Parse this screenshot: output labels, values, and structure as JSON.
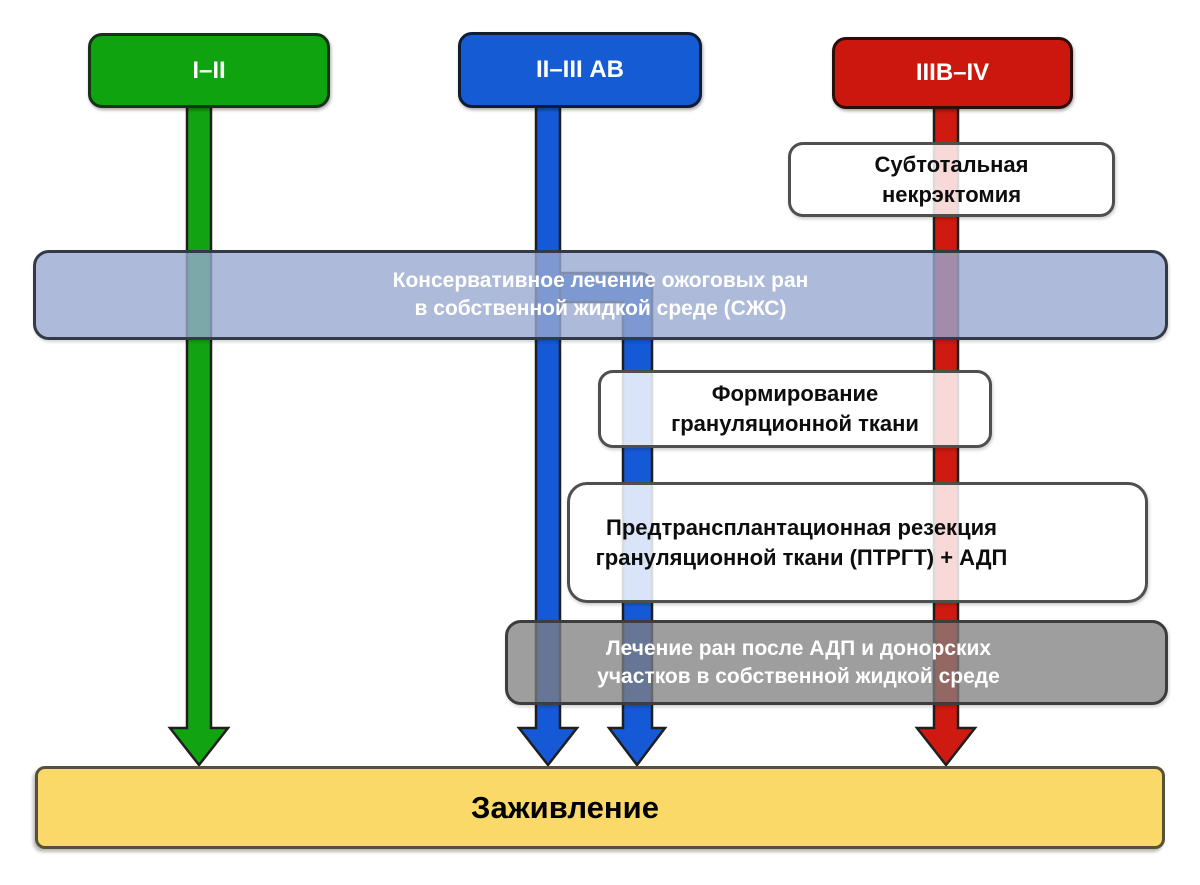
{
  "diagram": {
    "stage_boxes": [
      {
        "id": "green",
        "label": "I–II",
        "color": "#10A310"
      },
      {
        "id": "blue",
        "label": "II–III АВ",
        "color": "#155BD4"
      },
      {
        "id": "red",
        "label": "IIIВ–IV",
        "color": "#CC170E"
      }
    ],
    "boxes": {
      "subtotal_necrectomy": {
        "line1": "Субтотальная",
        "line2": "некрэктомия"
      },
      "conservative_band": {
        "line1": "Консервативное лечение ожоговых ран",
        "line2": "в собственной жидкой среде (СЖС)"
      },
      "granulation_formation": {
        "line1": "Формирование",
        "line2": "грануляционной ткани"
      },
      "ptrgt_resection": {
        "line1": "Предтрансплантационная  резекция",
        "line2": "грануляционной ткани (ПТРГТ) + АДП"
      },
      "adp_donor_care": {
        "line1": "Лечение ран после АДП и донорских",
        "line2": "участков в собственной жидкой среде"
      },
      "healing": {
        "label": "Заживление"
      }
    },
    "colors": {
      "green_arrow": "#12A312",
      "blue_arrow": "#1659D6",
      "red_arrow": "#CE1A10",
      "arrow_outline": "#1F1F1F",
      "lavender_band": "#AEBCD9",
      "gray_band": "#A0A0A0",
      "yellow_box": "#FBD968"
    }
  }
}
